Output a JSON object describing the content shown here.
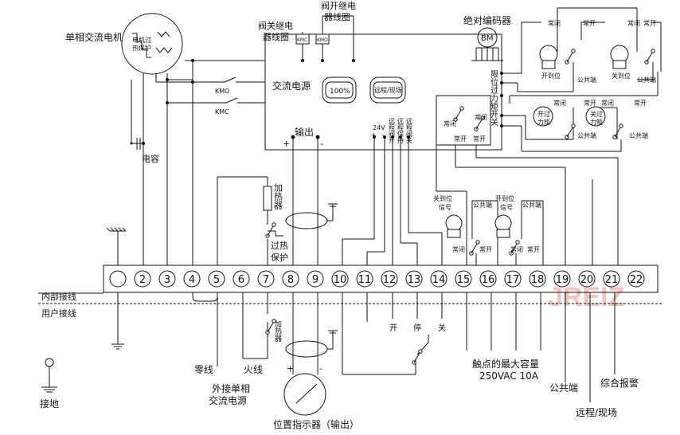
{
  "labels": {
    "motor": "单相交流电机",
    "motor_overheat_1": "电机过",
    "motor_overheat_2": "热保护",
    "capacitor": "电容",
    "kmo": "KMO",
    "kmc": "KMC",
    "close_relay_1": "阀关继电",
    "close_relay_2": "器线圈",
    "open_relay_1": "阀开继电",
    "open_relay_2": "器线圈",
    "kmc_box": "KMC",
    "kmo_box": "KMO",
    "encoder": "绝对编码器",
    "bm": "BM",
    "ac_power": "交流电源",
    "display": "100%",
    "remote_local_btn": "远程/现场",
    "output": "输出",
    "v24": "24V",
    "remote_open": "远程阀开",
    "remote_hold": "远程保持",
    "remote_close": "远程阀关",
    "limit_torque_switch": "限位过力矩开关",
    "normally_closed": "常闭",
    "normally_open": "常开",
    "common": "公共端",
    "open_position": "开到位",
    "close_position": "关到位",
    "open_over_torque_1": "开过",
    "open_over_torque_2": "力矩",
    "close_over_torque_1": "关过",
    "close_over_torque_2": "力矩",
    "heater": "加热器",
    "overheat_protect_1": "过热",
    "overheat_protect_2": "保护",
    "close_pos_signal_1": "关到位",
    "close_pos_signal_2": "信号",
    "open_pos_signal_1": "开到位",
    "open_pos_signal_2": "信号",
    "internal_wiring": "内部接线",
    "user_wiring": "用户接线",
    "btn_open": "开",
    "btn_stop": "停",
    "btn_close": "关",
    "neutral": "零线",
    "live": "火线",
    "ext_power_1": "外接单相",
    "ext_power_2": "交流电源",
    "max_capacity_1": "触点的最大容量",
    "max_capacity_2": "250VAC 10A",
    "user_common": "公共端",
    "alarm": "综合报警",
    "remote_local": "远程/现场",
    "position_indicator": "位置指示器（输出）",
    "ground": "接地",
    "watermark": "JREIZ"
  },
  "terminals": [
    "",
    "2",
    "3",
    "4",
    "5",
    "6",
    "7",
    "8",
    "9",
    "10",
    "11",
    "12",
    "13",
    "14",
    "15",
    "16",
    "17",
    "18",
    "19",
    "20",
    "21",
    "22"
  ],
  "colors": {
    "line": "#111111",
    "watermark": "#f3b9b3"
  }
}
